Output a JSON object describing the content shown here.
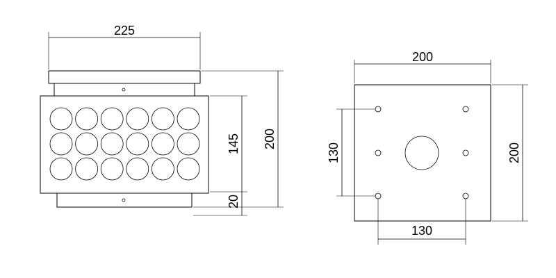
{
  "front_view": {
    "width_label": "225",
    "height_label": "200",
    "body_height_label": "145",
    "base_height_label": "20",
    "rows": 3,
    "cols": 6
  },
  "plate_view": {
    "width_label": "200",
    "height_label": "200",
    "hole_vertical_spacing_label": "130",
    "hole_horizontal_spacing_label": "130"
  }
}
